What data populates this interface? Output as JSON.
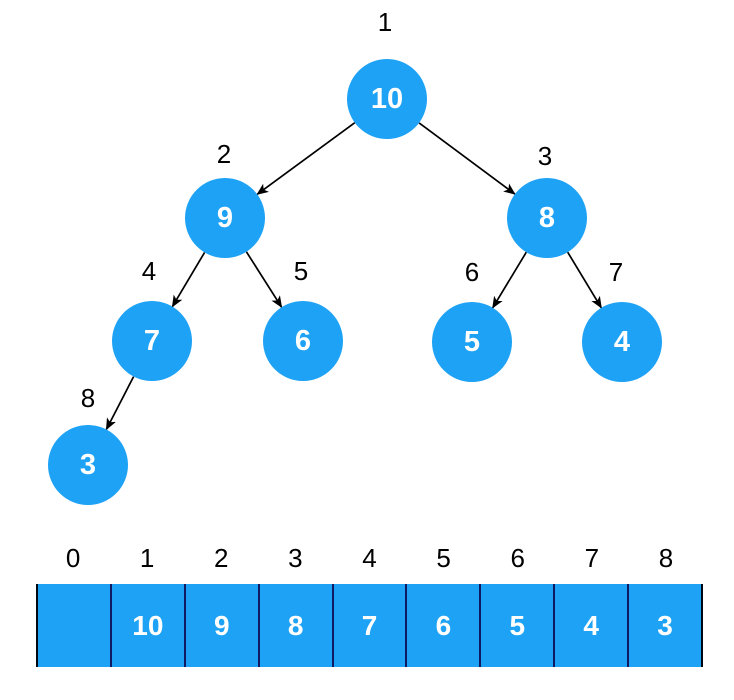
{
  "diagram": {
    "type": "binary-max-heap",
    "nodes": [
      {
        "position_label": "1",
        "value": "10"
      },
      {
        "position_label": "2",
        "value": "9"
      },
      {
        "position_label": "3",
        "value": "8"
      },
      {
        "position_label": "4",
        "value": "7"
      },
      {
        "position_label": "5",
        "value": "6"
      },
      {
        "position_label": "6",
        "value": "5"
      },
      {
        "position_label": "7",
        "value": "4"
      },
      {
        "position_label": "8",
        "value": "3"
      }
    ],
    "edges": [
      {
        "from": "10",
        "to": "9"
      },
      {
        "from": "10",
        "to": "8"
      },
      {
        "from": "9",
        "to": "7"
      },
      {
        "from": "9",
        "to": "6"
      },
      {
        "from": "8",
        "to": "5"
      },
      {
        "from": "8",
        "to": "4"
      },
      {
        "from": "7",
        "to": "3"
      }
    ]
  },
  "array": {
    "indices": [
      "0",
      "1",
      "2",
      "3",
      "4",
      "5",
      "6",
      "7",
      "8"
    ],
    "cells": [
      "",
      "10",
      "9",
      "8",
      "7",
      "6",
      "5",
      "4",
      "3"
    ]
  },
  "colors": {
    "node_fill": "#1ea2f5",
    "node_text": "#ffffff",
    "edge": "#000000",
    "label_text": "#000000",
    "array_fill": "#1ea2f5",
    "array_divider": "#101a63",
    "array_outer_border": "#000813",
    "background": "#ffffff"
  }
}
